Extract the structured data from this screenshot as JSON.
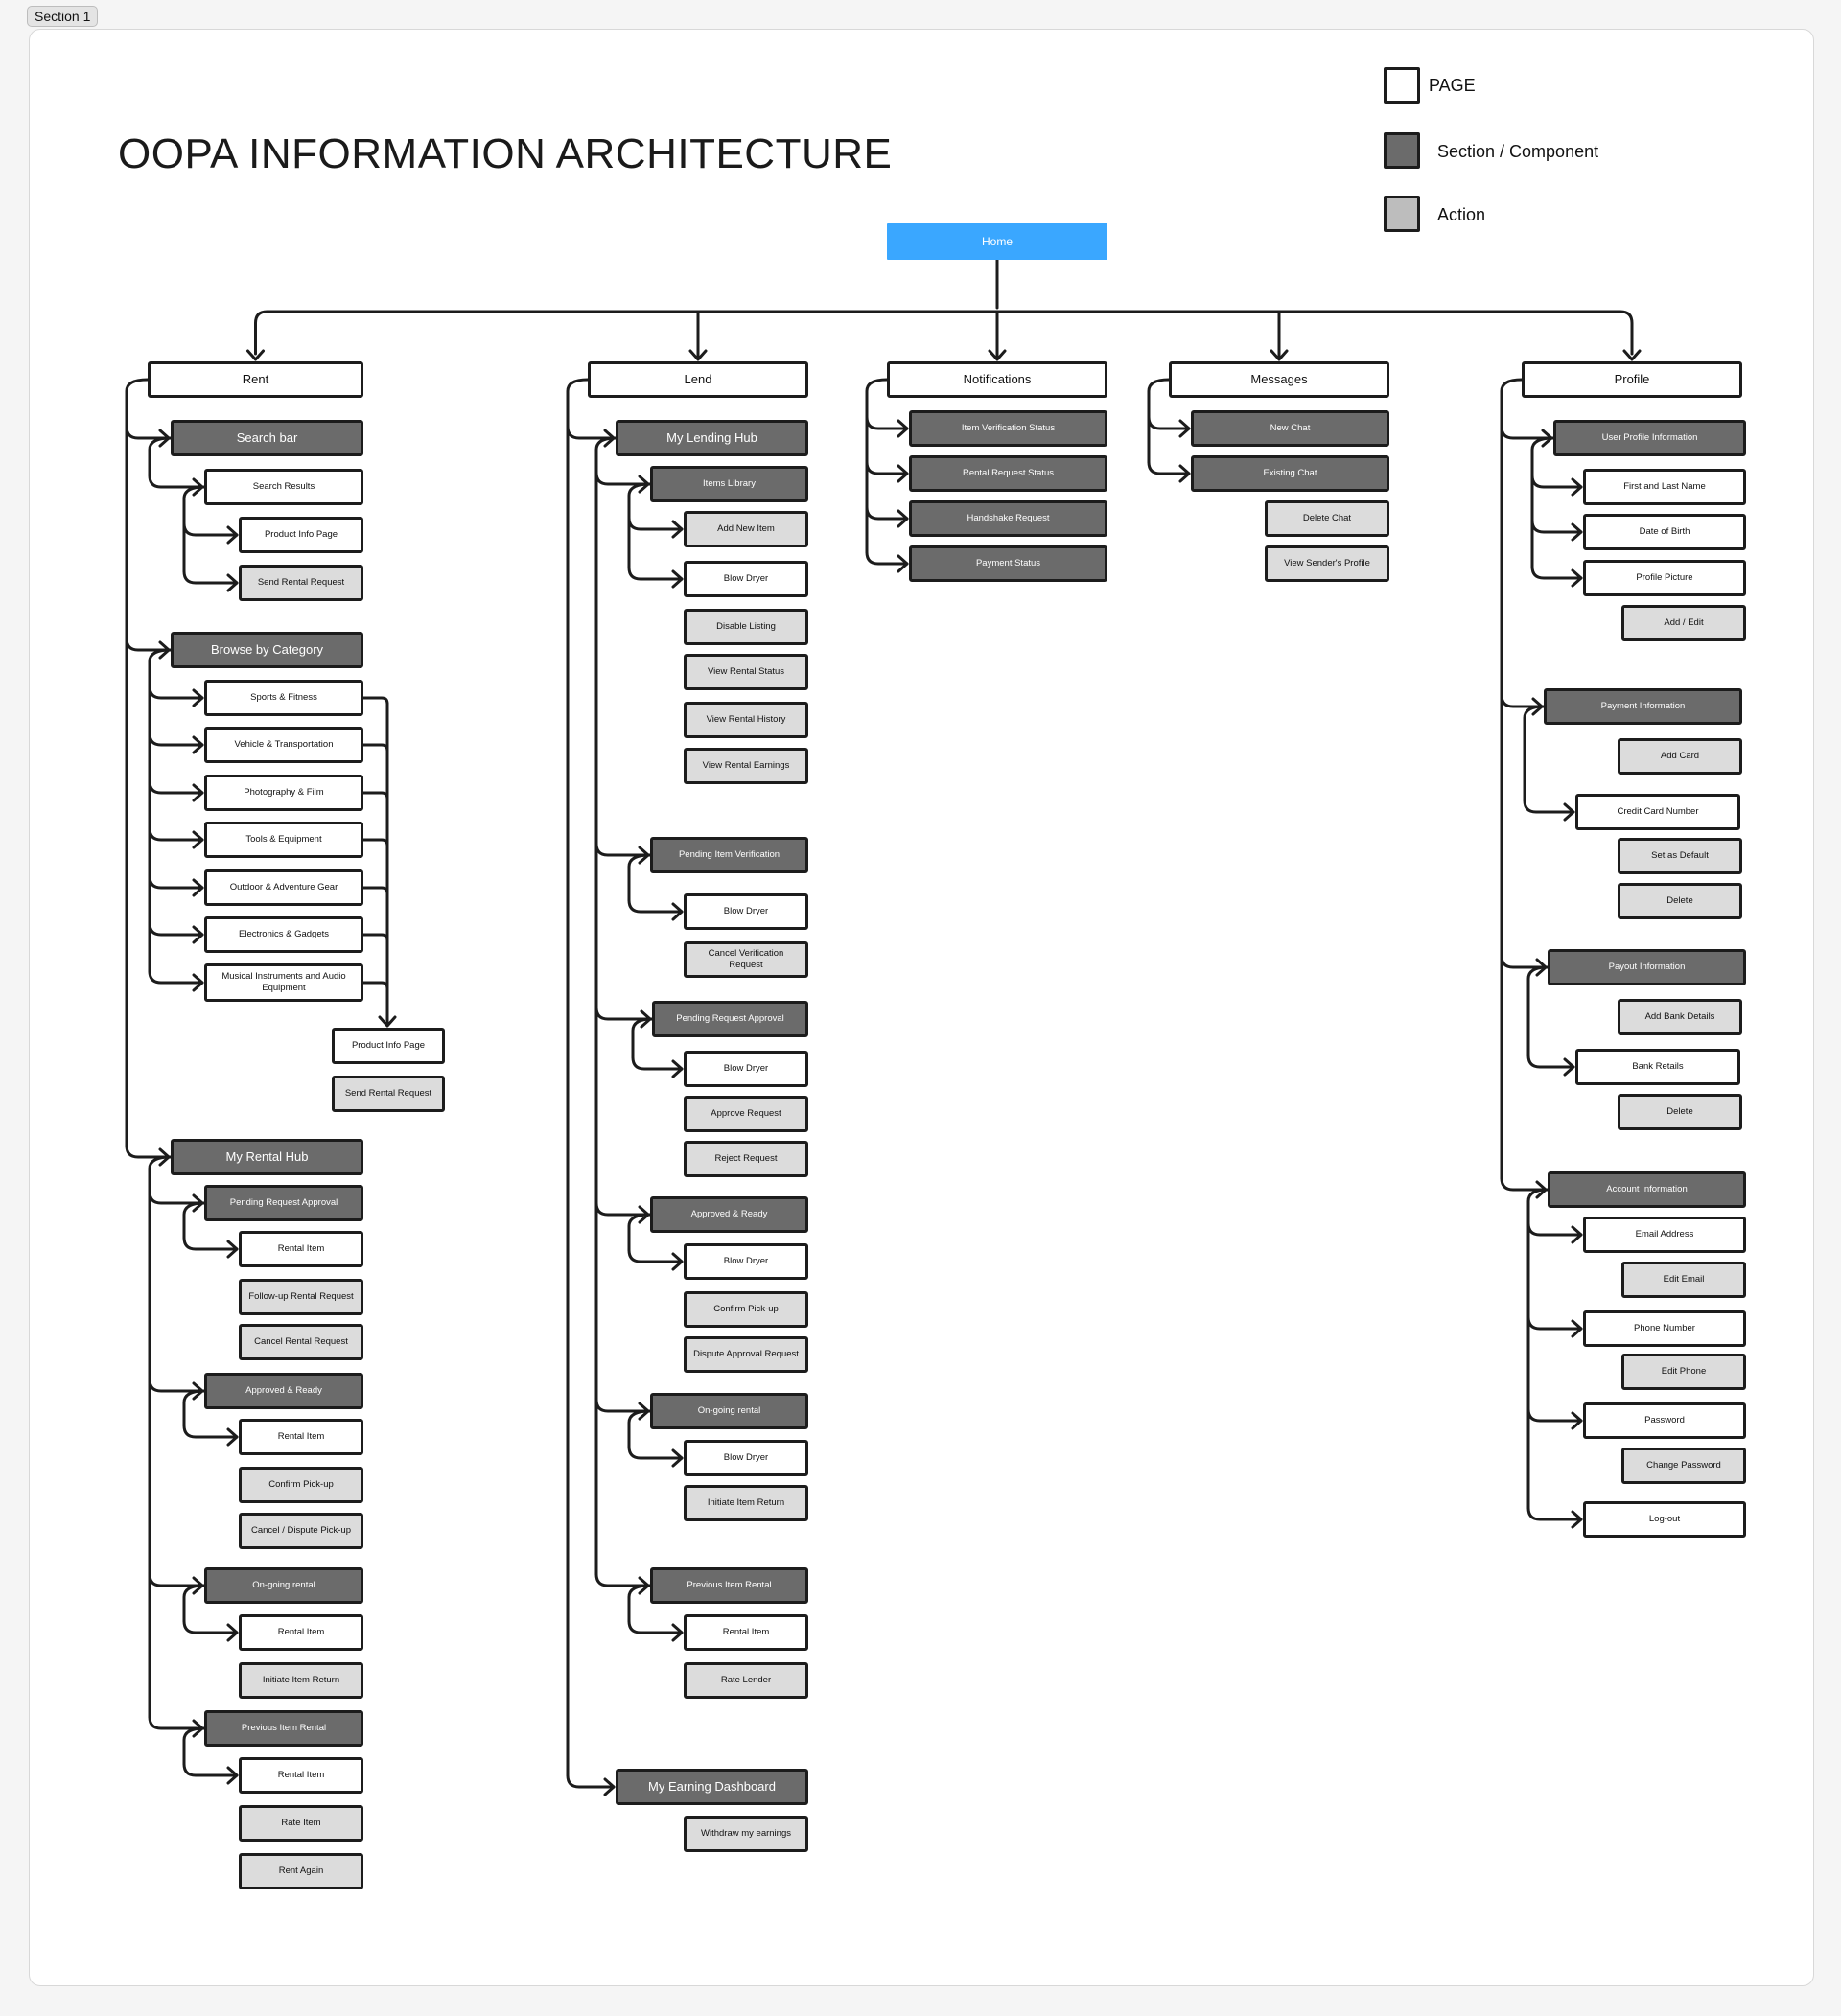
{
  "section_tag": "Section 1",
  "title": "OOPA INFORMATION ARCHITECTURE",
  "legend": {
    "page": "PAGE",
    "section": "Section / Component",
    "action": "Action",
    "colors": {
      "page": "#ffffff",
      "section": "#6b6b6b",
      "action": "#dcdcdc",
      "home": "#3aa7ff"
    }
  },
  "nodes": {
    "home": "Home",
    "rent": "Rent",
    "lend": "Lend",
    "notifications": "Notifications",
    "messages": "Messages",
    "profile": "Profile",
    "r_search_bar": "Search bar",
    "r_search_results": "Search Results",
    "r_product_info_1": "Product Info Page",
    "r_send_rental_1": "Send Rental Request",
    "r_browse": "Browse by Category",
    "r_cat_sports": "Sports & Fitness",
    "r_cat_vehicle": "Vehicle & Transportation",
    "r_cat_photo": "Photography & Film",
    "r_cat_tools": "Tools & Equipment",
    "r_cat_outdoor": "Outdoor & Adventure Gear",
    "r_cat_electronics": "Electronics & Gadgets",
    "r_cat_music": "Musical Instruments and Audio Equipment",
    "r_product_info_2": "Product Info Page",
    "r_send_rental_2": "Send Rental Request",
    "r_hub": "My Rental Hub",
    "r_pending": "Pending Request Approval",
    "r_pending_item": "Rental Item",
    "r_followup": "Follow-up Rental Request",
    "r_cancel_req": "Cancel Rental Request",
    "r_approved": "Approved & Ready",
    "r_approved_item": "Rental Item",
    "r_confirm_pickup": "Confirm Pick-up",
    "r_cancel_dispute": "Cancel / Dispute Pick-up",
    "r_ongoing": "On-going rental",
    "r_ongoing_item": "Rental Item",
    "r_initiate_return": "Initiate Item Return",
    "r_previous": "Previous Item Rental",
    "r_previous_item": "Rental Item",
    "r_rate_item": "Rate Item",
    "r_rent_again": "Rent Again",
    "l_hub": "My Lending Hub",
    "l_library": "Items Library",
    "l_add_new": "Add New Item",
    "l_blow_1": "Blow Dryer",
    "l_disable": "Disable Listing",
    "l_view_status": "View Rental Status",
    "l_view_history": "View Rental History",
    "l_view_earnings": "View Rental Earnings",
    "l_pending_verif": "Pending Item Verification",
    "l_blow_2": "Blow Dryer",
    "l_cancel_verif": "Cancel Verification Request",
    "l_pending_approval": "Pending Request Approval",
    "l_blow_3": "Blow Dryer",
    "l_approve": "Approve Request",
    "l_reject": "Reject Request",
    "l_approved": "Approved & Ready",
    "l_blow_4": "Blow Dryer",
    "l_confirm_pickup": "Confirm Pick-up",
    "l_dispute": "Dispute Approval Request",
    "l_ongoing": "On-going rental",
    "l_blow_5": "Blow Dryer",
    "l_initiate_return": "Initiate Item Return",
    "l_previous": "Previous Item Rental",
    "l_rental_item": "Rental Item",
    "l_rate_lender": "Rate Lender",
    "l_earning": "My Earning Dashboard",
    "l_withdraw": "Withdraw my earnings",
    "n_item_verif": "Item Verification Status",
    "n_rental_status": "Rental Request Status",
    "n_handshake": "Handshake Request",
    "n_payment": "Payment Status",
    "m_new_chat": "New Chat",
    "m_existing": "Existing Chat",
    "m_delete": "Delete Chat",
    "m_view_sender": "View Sender's Profile",
    "p_user_info": "User Profile Information",
    "p_name": "First and Last Name",
    "p_dob": "Date of Birth",
    "p_picture": "Profile Picture",
    "p_add_edit": "Add / Edit",
    "p_payment": "Payment Information",
    "p_add_card": "Add Card",
    "p_cc_number": "Credit Card Number",
    "p_set_default": "Set as Default",
    "p_delete_card": "Delete",
    "p_payout": "Payout Information",
    "p_add_bank": "Add Bank Details",
    "p_bank_retails": "Bank Retails",
    "p_delete_bank": "Delete",
    "p_account": "Account Information",
    "p_email": "Email Address",
    "p_edit_email": "Edit Email",
    "p_phone": "Phone Number",
    "p_edit_phone": "Edit Phone",
    "p_password": "Password",
    "p_change_pw": "Change Password",
    "p_logout": "Log-out"
  }
}
